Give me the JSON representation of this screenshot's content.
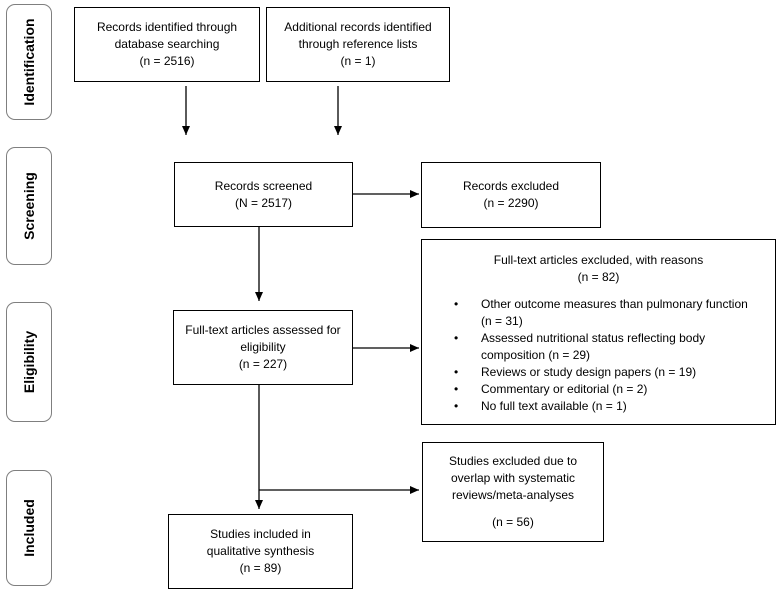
{
  "stages": {
    "identification": "Identification",
    "screening": "Screening",
    "eligibility": "Eligibility",
    "included": "Included"
  },
  "identification": {
    "database": {
      "line1": "Records identified through",
      "line2": "database searching",
      "line3": "(n = 2516)"
    },
    "references": {
      "line1": "Additional records identified",
      "line2": "through reference lists",
      "line3": "(n = 1)"
    }
  },
  "screening": {
    "screened": {
      "line1": "Records screened",
      "line2": "(N = 2517)"
    },
    "excluded": {
      "line1": "Records excluded",
      "line2": "(n = 2290)"
    }
  },
  "eligibility": {
    "assessed": {
      "line1": "Full-text articles assessed for",
      "line2": "eligibility",
      "line3": "(n = 227)"
    },
    "excluded": {
      "title": "Full-text articles excluded, with reasons",
      "count": "(n = 82)",
      "reasons": [
        {
          "line1": "Other outcome measures than pulmonary function",
          "line2": "(n = 31)"
        },
        {
          "line1": "Assessed nutritional status reflecting body",
          "line2": "composition (n = 29)"
        },
        {
          "line1": "Reviews or study design papers (n = 19)"
        },
        {
          "line1": "Commentary or editorial (n = 2)"
        },
        {
          "line1": "No full text available (n = 1)"
        }
      ]
    }
  },
  "included": {
    "overlap": {
      "line1": "Studies excluded due to",
      "line2": "overlap with systematic",
      "line3": "reviews/meta-analyses",
      "line4": "(n = 56)"
    },
    "synthesis": {
      "line1": "Studies included in",
      "line2": "qualitative synthesis",
      "line3": "(n = 89)"
    }
  },
  "colors": {
    "stage_border": "#7f7f7f",
    "box_border": "#000000",
    "bullet": "•"
  }
}
